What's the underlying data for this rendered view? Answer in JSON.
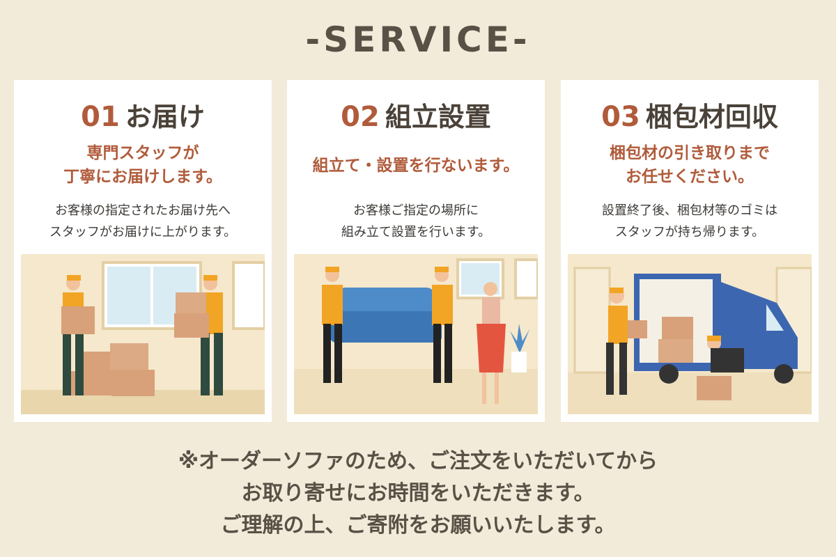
{
  "title": "-SERVICE-",
  "cards": [
    {
      "num": "01",
      "heading": "お届け",
      "lead": "専門スタッフが\n丁寧にお届けします。",
      "desc": "お客様の指定されたお届け先へ\nスタッフがお届けに上がります。",
      "illustration": "delivery-staff-carrying-boxes"
    },
    {
      "num": "02",
      "heading": "組立設置",
      "lead": "組立て・設置を行ないます。",
      "desc": "お客様ご指定の場所に\n組み立て設置を行います。",
      "illustration": "staff-carrying-sofa"
    },
    {
      "num": "03",
      "heading": "梱包材回収",
      "lead": "梱包材の引き取りまで\nお任せください。",
      "desc": "設置終了後、梱包材等のゴミは\nスタッフが持ち帰ります。",
      "illustration": "packaging-collection-van"
    }
  ],
  "footer": "※オーダーソファのため、ご注文をいただいてから\nお取り寄せにお時間をいただきます。\nご理解の上、ご寄附をお願いいたします。",
  "colors": {
    "background": "#f2ebda",
    "accent": "#b05b3b",
    "text": "#4a4239"
  }
}
